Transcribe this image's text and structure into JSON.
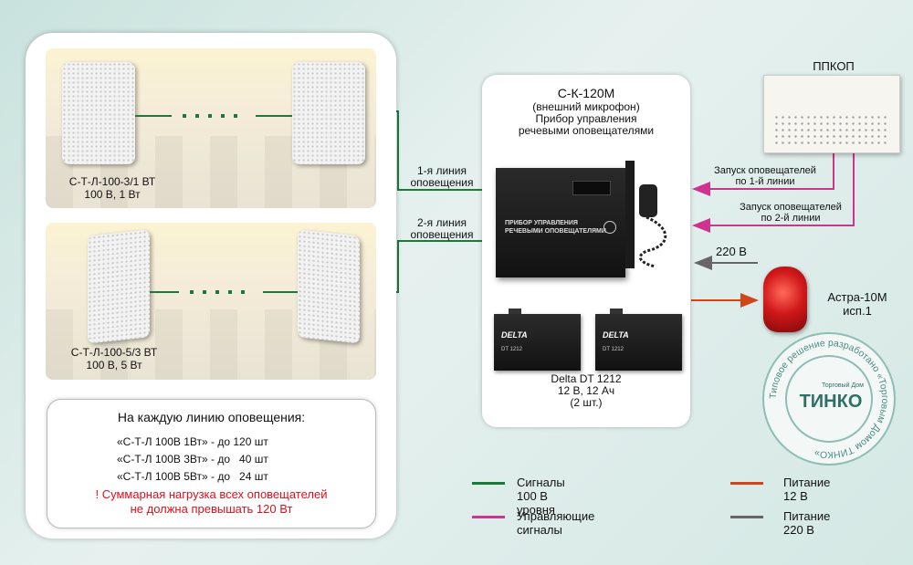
{
  "speaker_group_1": {
    "label_line1": "С-Т-Л-100-3/1 ВТ",
    "label_line2": "100 В, 1 Вт"
  },
  "speaker_group_2": {
    "label_line1": "С-Т-Л-100-5/3 ВТ",
    "label_line2": "100 В, 5 Вт"
  },
  "line_1": {
    "label_line1": "1-я линия",
    "label_line2": "оповещения"
  },
  "line_2": {
    "label_line1": "2-я линия",
    "label_line2": "оповещения"
  },
  "device": {
    "title": "С-К-120М",
    "subtitle": "(внешний микрофон)",
    "desc_line1": "Прибор управления",
    "desc_line2": "речевыми оповещателями",
    "panel_print_line1": "ПРИБОР УПРАВЛЕНИЯ",
    "panel_print_line2": "РЕЧЕВЫМИ ОПОВЕЩАТЕЛЯМИ"
  },
  "battery": {
    "brand": "DELTA",
    "model_print": "DT 1212",
    "label_line1": "Delta DT 1212",
    "label_line2": "12 В, 12 Ач",
    "label_line3": "(2 шт.)"
  },
  "ppkop": {
    "label": "ППКОП"
  },
  "signal_1": {
    "line1": "Запуск оповещателей",
    "line2": "по 1-й линии"
  },
  "signal_2": {
    "line1": "Запуск оповещателей",
    "line2": "по 2-й линии"
  },
  "power_220": {
    "label": "220 В"
  },
  "siren": {
    "label_line1": "Астра-10М",
    "label_line2": "исп.1"
  },
  "stamp": {
    "ring_text": "Типовое решение разработано «Торговым Домом ТИНКО»",
    "small": "Торговый Дом",
    "logo": "ТИНКО"
  },
  "note": {
    "heading": "На каждую линию оповещения:",
    "rows": [
      "«С-Т-Л 100В 1Вт» - до 120 шт",
      "«С-Т-Л 100В 3Вт» - до   40 шт",
      "«С-Т-Л 100В 5Вт» - до   24 шт"
    ],
    "warning_line1": "! Суммарная нагрузка всех оповещателей",
    "warning_line2": "не должна превышать 120 Вт"
  },
  "legend": [
    {
      "label": "Сигналы 100 В  уровня",
      "color": "#1a7a3a"
    },
    {
      "label": "Управляющие сигналы",
      "color": "#d0338f"
    },
    {
      "label": "Питание 12 В",
      "color": "#d2451a"
    },
    {
      "label": "Питание 220 В",
      "color": "#666666"
    }
  ],
  "colors": {
    "green": "#1a7a3a",
    "magenta": "#d0338f",
    "orange": "#d2451a",
    "gray": "#666666",
    "warning": "#e0101a"
  }
}
